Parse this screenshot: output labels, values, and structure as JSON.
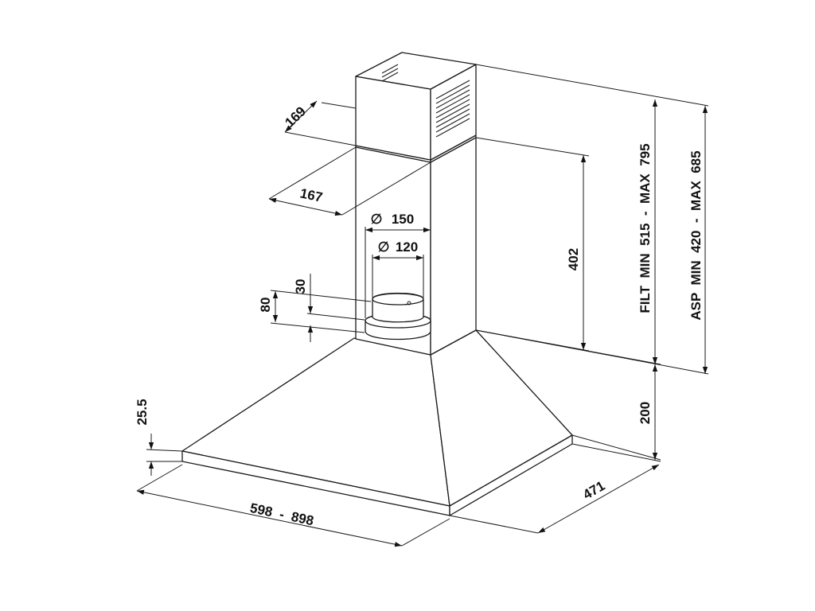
{
  "diagram": {
    "dimensions": {
      "chimney_depth": "169",
      "chimney_width": "167",
      "outlet_outer_diameter": "150",
      "outlet_inner_diameter": "120",
      "collar_height": "30",
      "collar_total_height": "80",
      "canopy_edge_height": "25.5",
      "canopy_width": "598  -  898",
      "canopy_depth": "471",
      "chimney_min_height": "402",
      "body_height": "200",
      "filter_height_range": "FILT  MIN  515  -  MAX  795",
      "extraction_height_range": "ASP  MIN  420  -  MAX  685"
    },
    "diameter_symbol": "∅"
  }
}
